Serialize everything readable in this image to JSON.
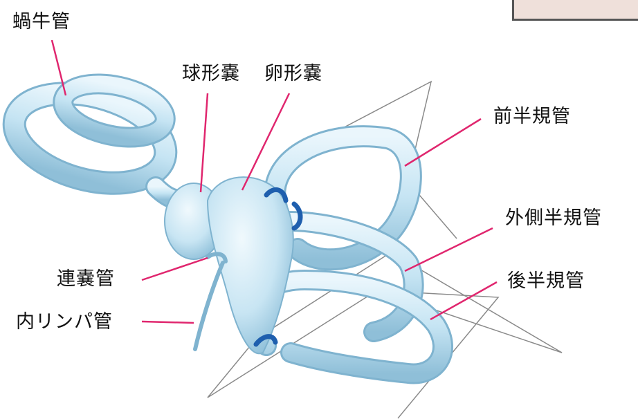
{
  "labels": {
    "cochlear_duct": "蝸牛管",
    "saccule": "球形嚢",
    "utricle": "卵形嚢",
    "anterior_canal": "前半規管",
    "lateral_canal": "外側半規管",
    "posterior_canal": "後半規管",
    "ductus_reuniens": "連嚢管",
    "endolymphatic_duct": "内リンパ管"
  },
  "colors": {
    "leader_line": "#e0266e",
    "tube_fill": "#c9e6f4",
    "tube_shadow": "#7fb3cf",
    "ampulla_band": "#1f5fae",
    "plane_edge": "#8a8a8a",
    "corner_box_fill": "#efe0da"
  }
}
